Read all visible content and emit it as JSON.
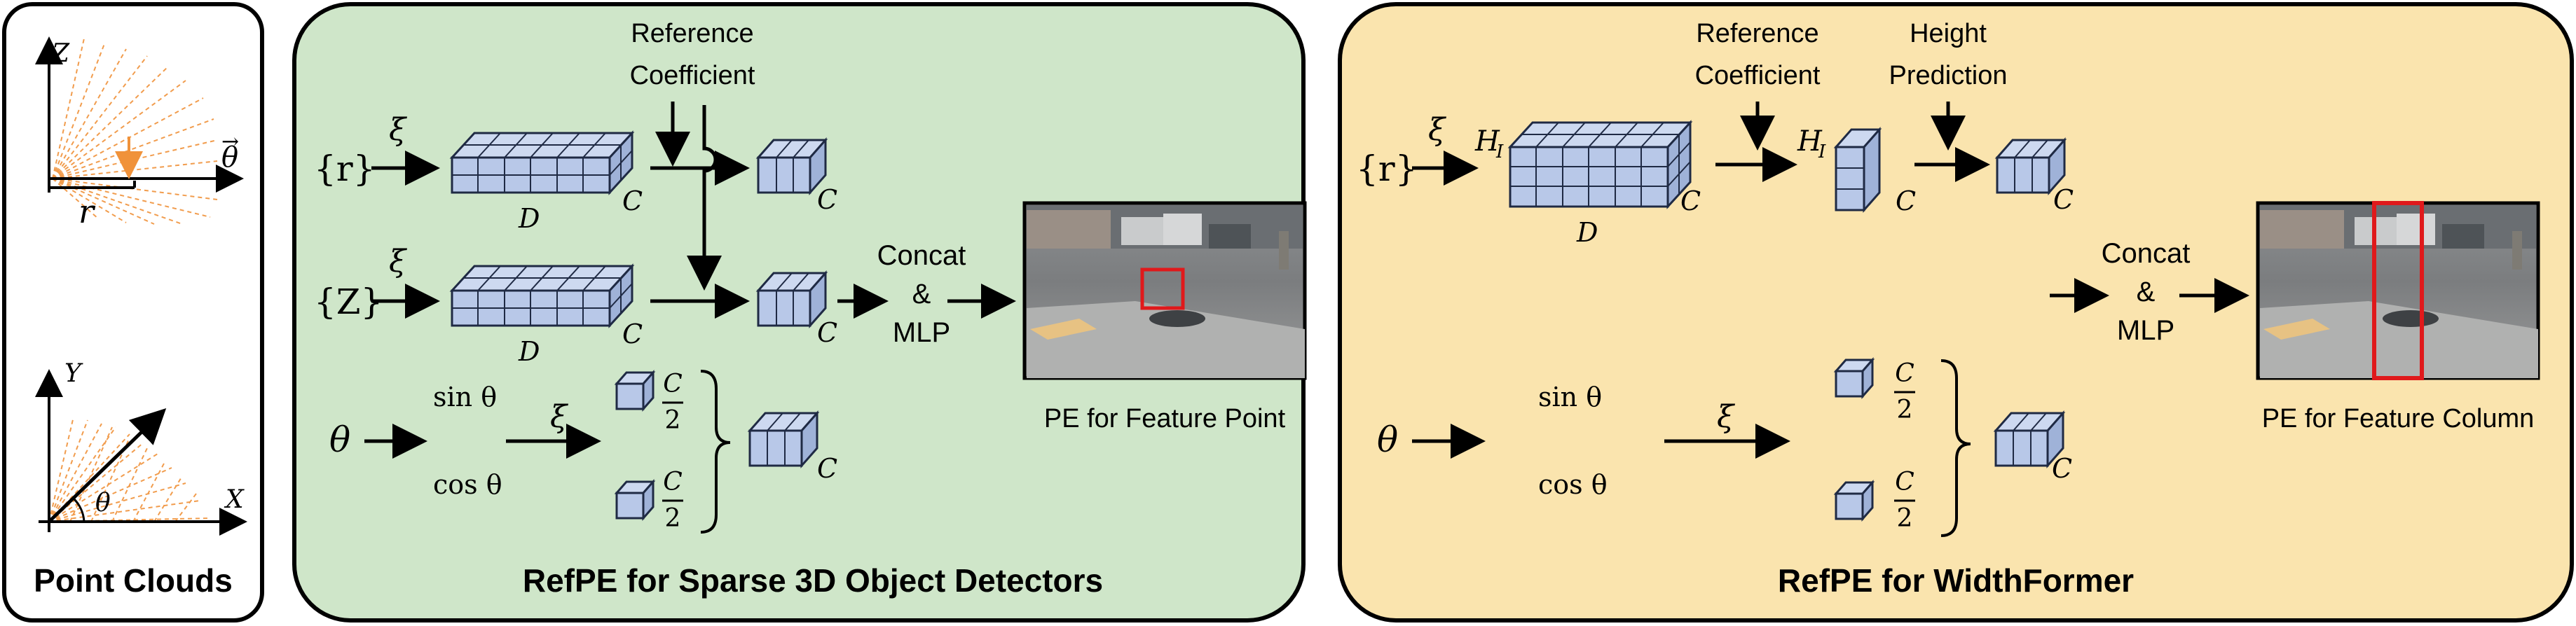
{
  "left_panel": {
    "title": "Point Clouds",
    "top_plot": {
      "axis_z": "Z",
      "axis_theta": "θ",
      "axis_theta_arrow": "→",
      "radius": "r"
    },
    "bottom_plot": {
      "axis_y": "Y",
      "axis_x": "X",
      "angle": "θ"
    }
  },
  "panel_sparse": {
    "title": "RefPE for Sparse 3D Object Detectors",
    "ref_coef_line1": "Reference",
    "ref_coef_line2": "Coefficient",
    "input_r": "{r}",
    "input_z": "{Z}",
    "xi": "ξ",
    "theta": "θ",
    "sin": "sin θ",
    "cos": "cos θ",
    "label_D": "D",
    "label_C": "C",
    "frac_num": "C",
    "frac_den": "2",
    "concat_line1": "Concat",
    "concat_line2": "&",
    "concat_line3": "MLP",
    "pe_caption": "PE for Feature Point"
  },
  "panel_width": {
    "title": "RefPE for WidthFormer",
    "ref_coef_line1": "Reference",
    "ref_coef_line2": "Coefficient",
    "height_line1": "Height",
    "height_line2": "Prediction",
    "input_r": "{r}",
    "xi": "ξ",
    "theta": "θ",
    "sin": "sin θ",
    "cos": "cos θ",
    "label_H": "H",
    "label_H_sub": "I",
    "label_D": "D",
    "label_C": "C",
    "frac_num": "C",
    "frac_den": "2",
    "concat_line1": "Concat",
    "concat_line2": "&",
    "concat_line3": "MLP",
    "pe_caption": "PE for Feature Column"
  },
  "colors": {
    "green_panel": "#cfe6c9",
    "yellow_panel": "#fae4ae",
    "cube_face": "#b8c8e8",
    "cube_top": "#cdd9f0",
    "cube_side": "#9fb2d8",
    "highlight": "#e0191b",
    "rays": "#f0923a"
  }
}
